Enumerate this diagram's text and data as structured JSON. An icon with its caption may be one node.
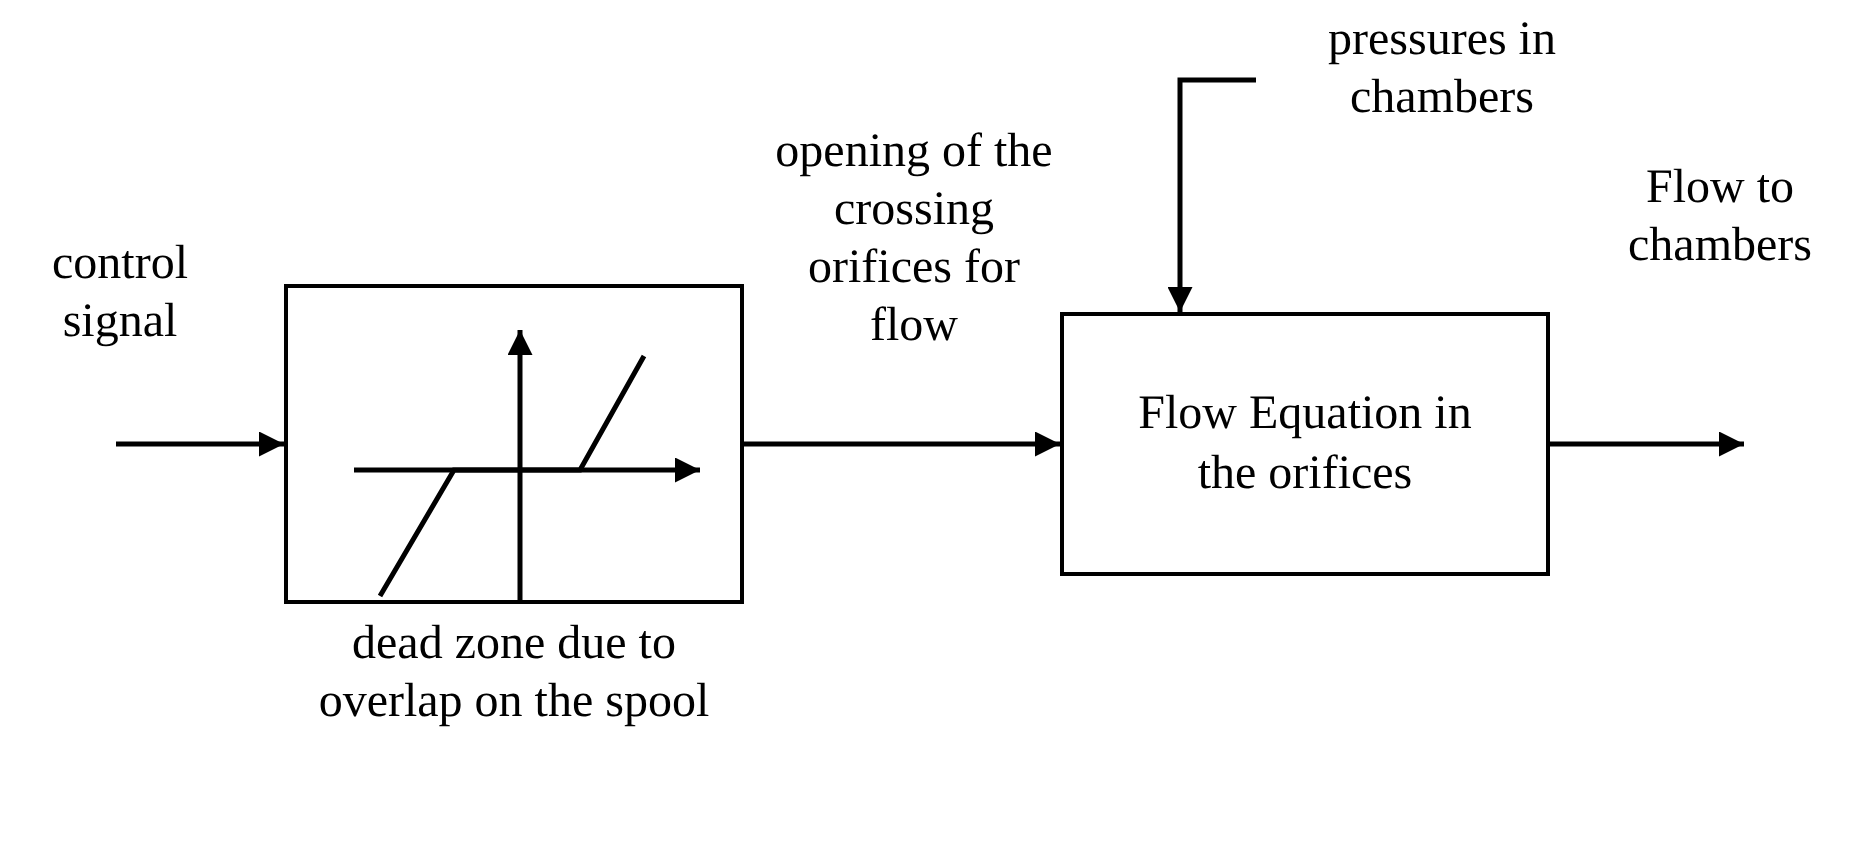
{
  "diagram": {
    "nodes": [
      {
        "text": [],
        "shape": "picture",
        "beside": [
          "dead zone due to overlap on the spool"
        ]
      },
      {
        "text": [
          "Flow Equation in the orifices"
        ]
      }
    ],
    "edges": [
      {
        "from": null,
        "to": 0,
        "arrow": "to",
        "label": "control signal"
      },
      {
        "from": 0,
        "to": 1,
        "arrow": "to",
        "label": "opening of the crossing orifices for flow"
      },
      {
        "from": null,
        "to": 1,
        "arrow": "to",
        "label": "pressures in chambers"
      },
      {
        "from": 1,
        "to": null,
        "arrow": "to",
        "label": "Flow to chambers"
      }
    ]
  }
}
